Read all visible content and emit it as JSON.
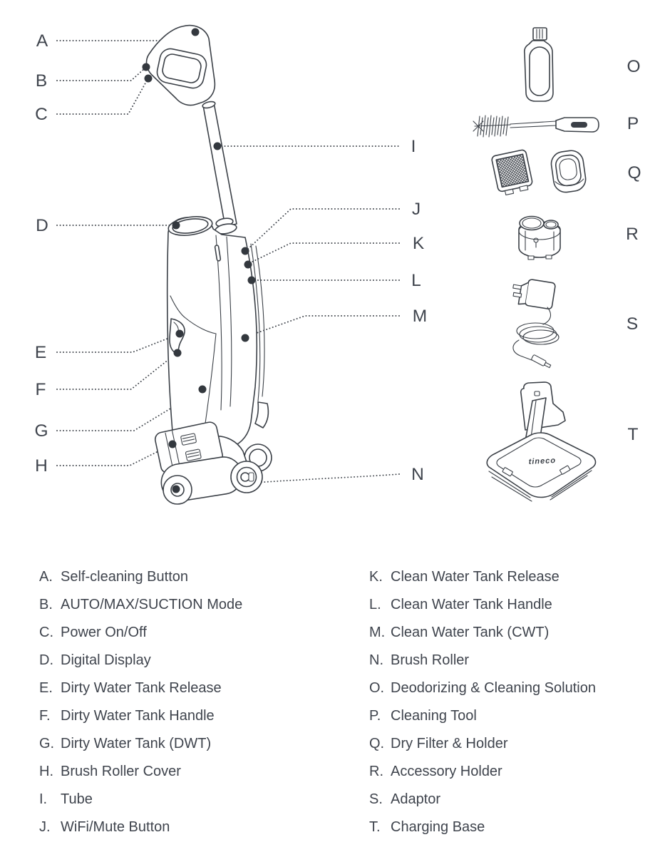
{
  "diagram": {
    "brand": "tineco",
    "callout_letters": [
      "A",
      "B",
      "C",
      "D",
      "E",
      "F",
      "G",
      "H",
      "I",
      "J",
      "K",
      "L",
      "M",
      "N",
      "O",
      "P",
      "Q",
      "R",
      "S",
      "T"
    ]
  },
  "legend": {
    "left": [
      {
        "key": "A.",
        "label": "Self-cleaning Button"
      },
      {
        "key": "B.",
        "label": "AUTO/MAX/SUCTION Mode"
      },
      {
        "key": "C.",
        "label": "Power On/Off"
      },
      {
        "key": "D.",
        "label": "Digital Display"
      },
      {
        "key": "E.",
        "label": "Dirty Water Tank Release"
      },
      {
        "key": "F.",
        "label": "Dirty Water Tank Handle"
      },
      {
        "key": "G.",
        "label": "Dirty Water Tank (DWT)"
      },
      {
        "key": "H.",
        "label": "Brush Roller Cover"
      },
      {
        "key": "I.",
        "label": "Tube"
      },
      {
        "key": "J.",
        "label": "WiFi/Mute Button"
      }
    ],
    "right": [
      {
        "key": "K.",
        "label": "Clean Water Tank Release"
      },
      {
        "key": "L.",
        "label": "Clean Water Tank Handle"
      },
      {
        "key": "M.",
        "label": "Clean Water Tank (CWT)"
      },
      {
        "key": "N.",
        "label": "Brush Roller"
      },
      {
        "key": "O.",
        "label": "Deodorizing & Cleaning Solution"
      },
      {
        "key": "P.",
        "label": "Cleaning Tool"
      },
      {
        "key": "Q.",
        "label": "Dry Filter & Holder"
      },
      {
        "key": "R.",
        "label": "Accessory Holder"
      },
      {
        "key": "S.",
        "label": "Adaptor"
      },
      {
        "key": "T.",
        "label": "Charging Base"
      }
    ]
  },
  "colors": {
    "ink": "#3b4047",
    "text": "#3f444d",
    "leader": "#43484f",
    "dot": "#33383e"
  }
}
